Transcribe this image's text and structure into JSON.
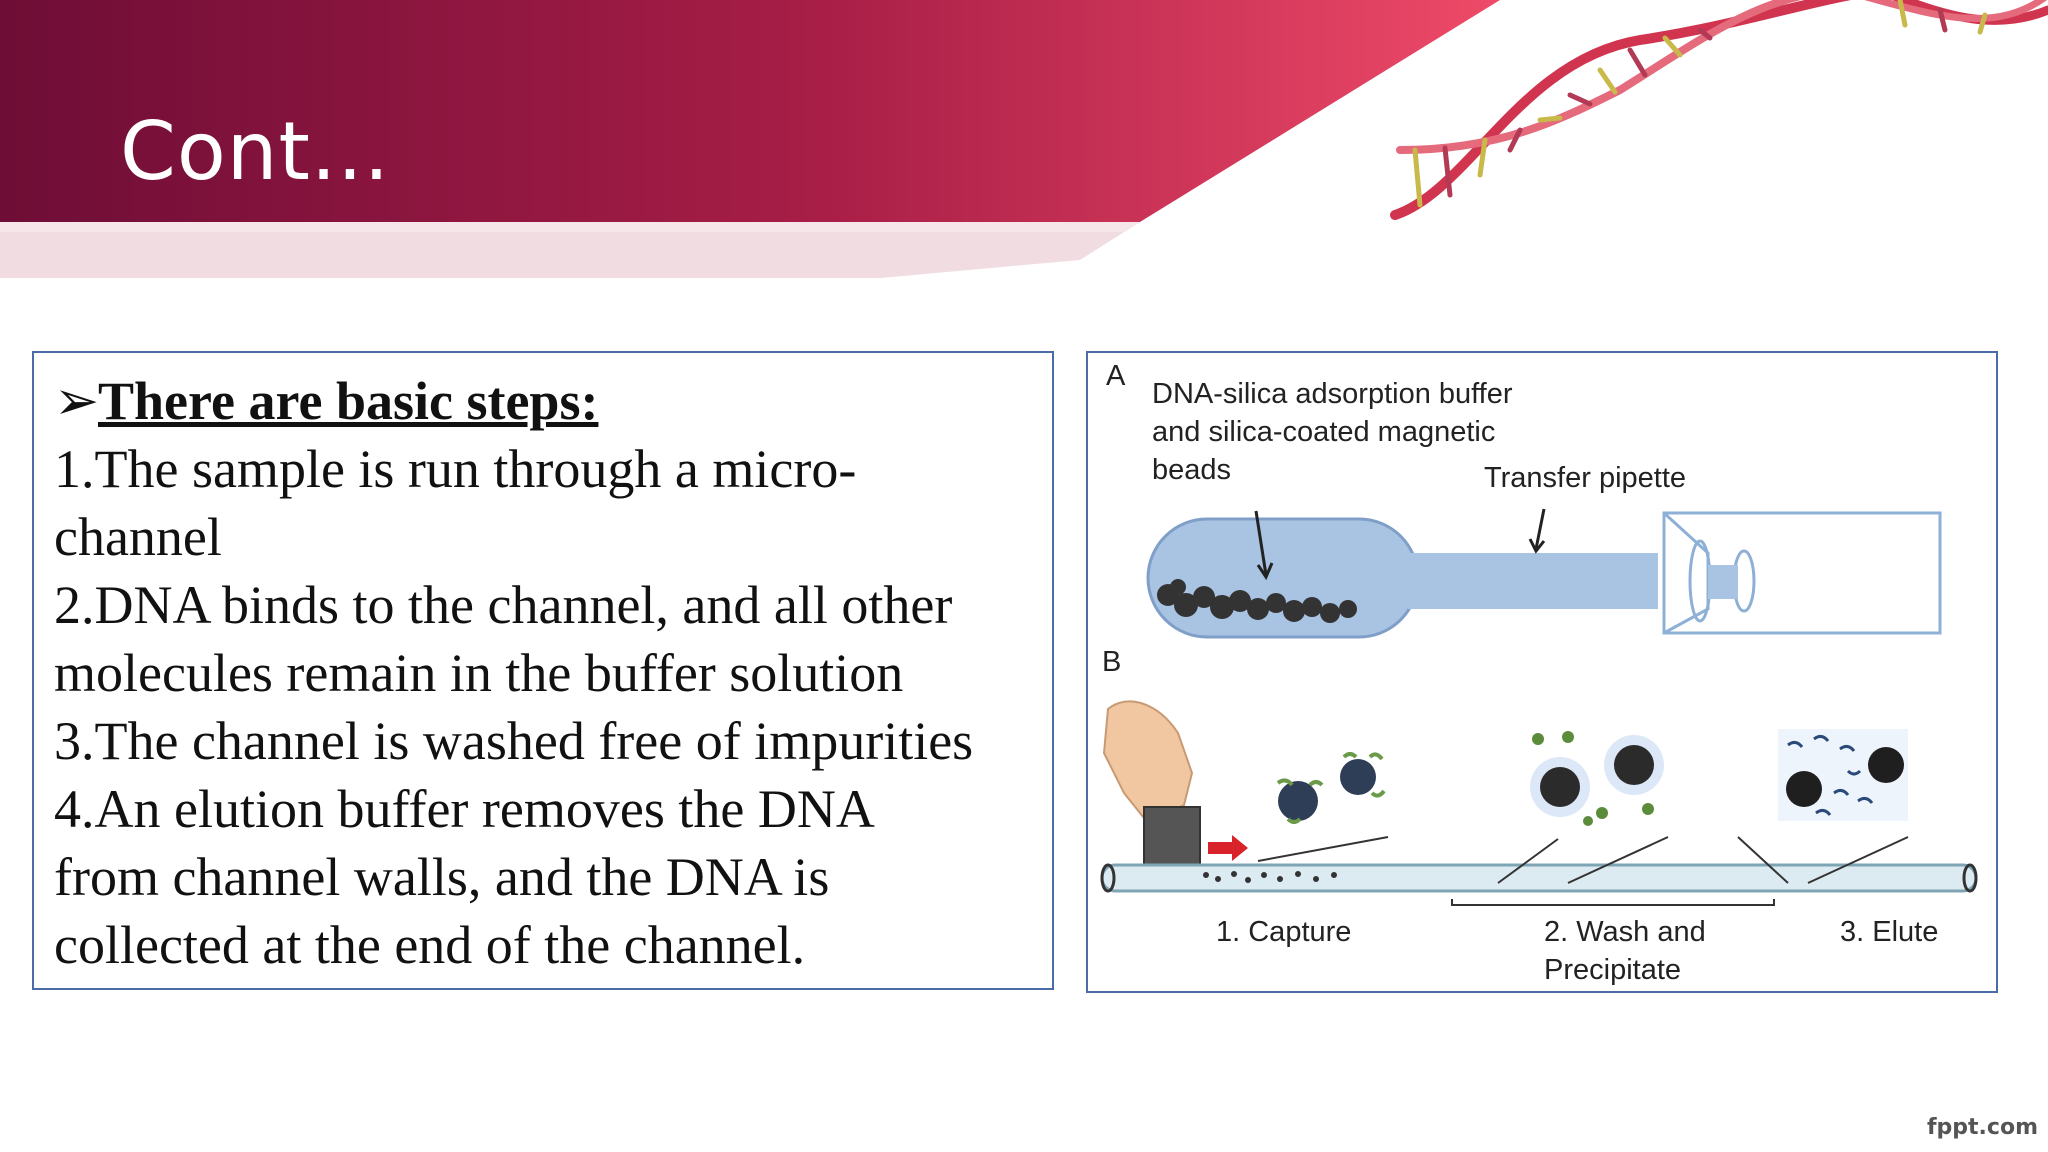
{
  "slide": {
    "title": "Cont...",
    "watermark": "fppt.com"
  },
  "steps_box": {
    "heading": "There are  basic steps:",
    "lines": [
      "1.The sample is run through a micro-",
      "channel",
      "2.DNA binds to the channel, and all other",
      "molecules remain in the buffer solution",
      "3.The channel is washed free of impurities",
      "4.An elution buffer removes the DNA",
      "from channel walls, and the DNA is",
      "collected at the end of the channel."
    ]
  },
  "figure": {
    "panel_a": "A",
    "panel_b": "B",
    "label_buffer_1": "DNA-silica adsorption buffer",
    "label_buffer_2": "and silica-coated magnetic",
    "label_buffer_3": "beads",
    "label_pipette": "Transfer pipette",
    "step_capture": "1. Capture",
    "step_wash_1": "2. Wash and",
    "step_wash_2": "Precipitate",
    "step_elute": "3. Elute"
  },
  "colors": {
    "banner_dark": "#6e0d36",
    "banner_light": "#e0385a",
    "tube_blue": "#a9c3e3",
    "bead_dark": "#333333"
  }
}
